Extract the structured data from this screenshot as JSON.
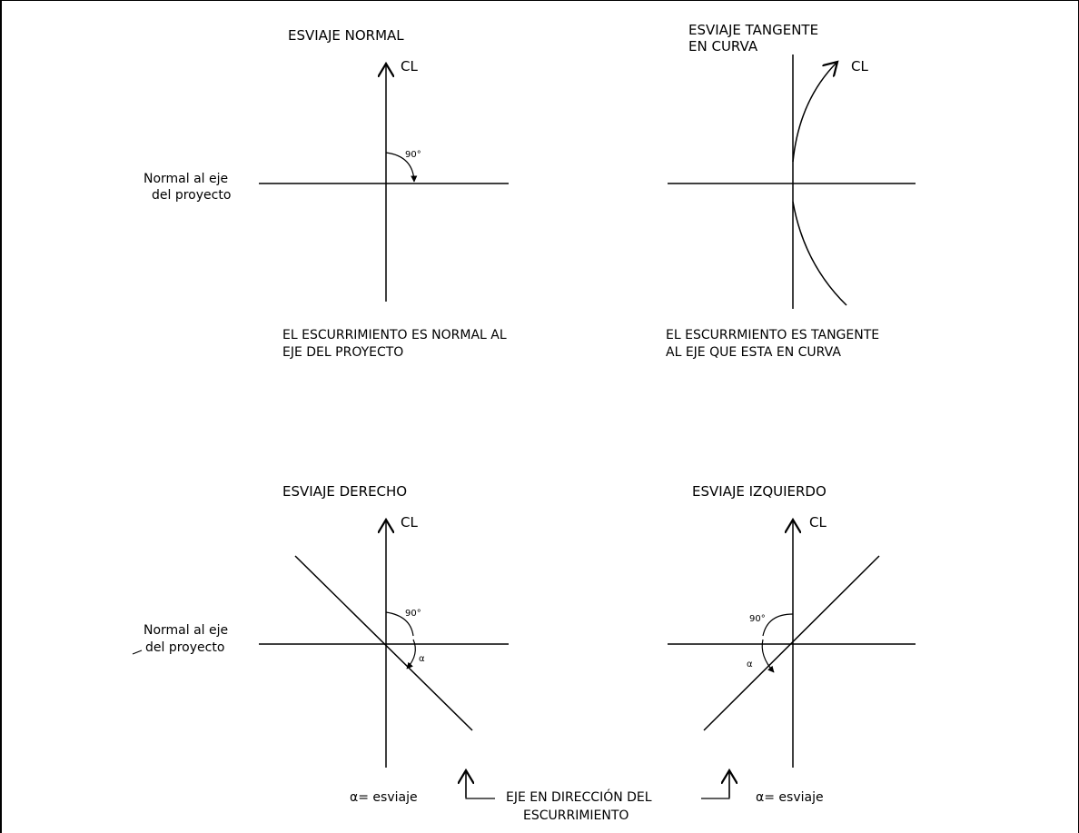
{
  "panels": {
    "normal": {
      "title": "ESVIAJE NORMAL",
      "cl": "CL",
      "angle": "90°",
      "left_label": [
        "Normal al eje",
        "del proyecto"
      ],
      "caption": [
        "EL ESCURRIMIENTO ES NORMAL AL",
        "EJE DEL PROYECTO"
      ]
    },
    "tangente": {
      "title": [
        "ESVIAJE TANGENTE",
        "EN CURVA"
      ],
      "cl": "CL",
      "caption": [
        "EL ESCURRMIENTO ES TANGENTE",
        "AL EJE QUE ESTA EN CURVA"
      ]
    },
    "derecho": {
      "title": "ESVIAJE DERECHO",
      "cl": "CL",
      "angle": "90°",
      "alpha": "α",
      "left_label": [
        "Normal al eje",
        "del proyecto"
      ],
      "caption": "α= esviaje"
    },
    "izquierdo": {
      "title": "ESVIAJE IZQUIERDO",
      "cl": "CL",
      "angle": "90°",
      "alpha": "α",
      "caption": "α= esviaje"
    }
  },
  "bottom_label": [
    "EJE EN DIRECCIÓN DEL",
    "ESCURRIMIENTO"
  ]
}
